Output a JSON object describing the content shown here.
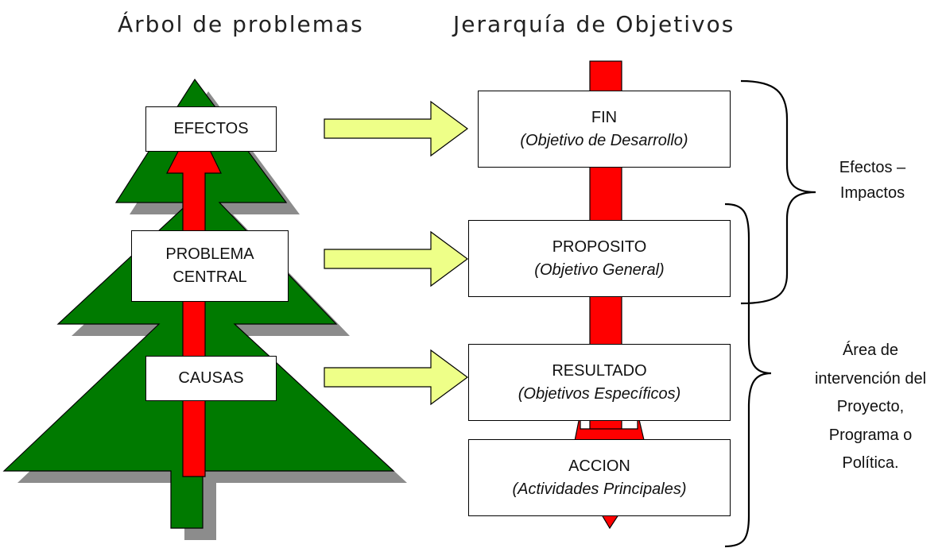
{
  "titles": {
    "left": "Árbol de problemas",
    "right": "Jerarquía de Objetivos"
  },
  "tree": {
    "effects": "EFECTOS",
    "central_line1": "PROBLEMA",
    "central_line2": "CENTRAL",
    "causes": "CAUSAS"
  },
  "hierarchy": {
    "fin": {
      "title": "FIN",
      "subtitle": "(Objetivo de Desarrollo)"
    },
    "proposito": {
      "title": "PROPOSITO",
      "subtitle": "(Objetivo General)"
    },
    "resultado": {
      "title": "RESULTADO",
      "subtitle": "(Objetivos Específicos)"
    },
    "accion": {
      "title": "ACCION",
      "subtitle": "(Actividades Principales)"
    }
  },
  "brackets": {
    "effects_line1": "Efectos –",
    "effects_line2": "Impactos",
    "area_line1": "Área de",
    "area_line2": "intervención del",
    "area_line3": "Proyecto,",
    "area_line4": "Programa o",
    "area_line5": "Política."
  },
  "colors": {
    "tree_green": "#007a00",
    "shadow": "#8c8c8c",
    "arrow_red": "#ff0000",
    "side_arrow": "#eeff88"
  }
}
